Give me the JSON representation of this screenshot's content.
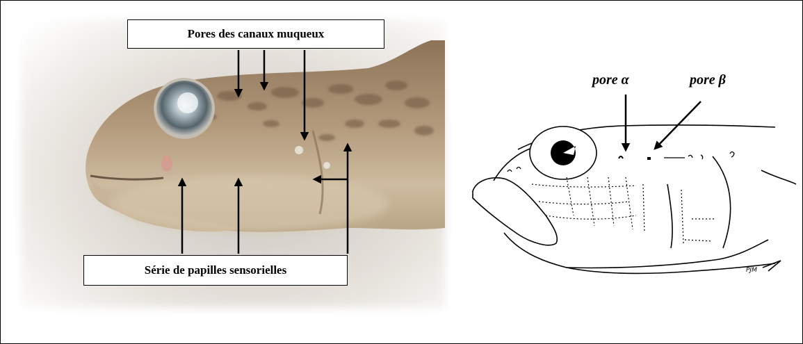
{
  "photo": {
    "label_top": "Pores des canaux muqueux",
    "label_bottom": "Série de papilles sensorielles"
  },
  "drawing": {
    "pore_alpha": "pore α",
    "pore_beta": "pore β",
    "signature": "PJM"
  },
  "colors": {
    "arrow": "#000000",
    "fish_skin": "#b19677",
    "fish_belly": "#d2c1a6",
    "fish_spots": "#6e5741",
    "background": "#ffffff"
  }
}
